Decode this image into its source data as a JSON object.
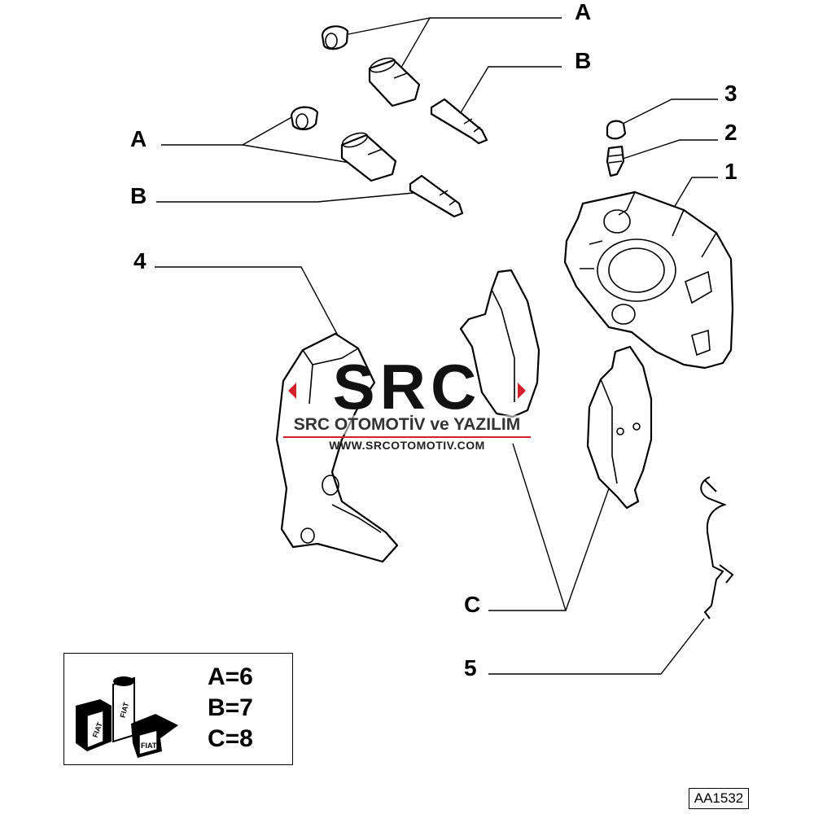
{
  "callouts": {
    "a_top": "A",
    "b_top": "B",
    "a_mid": "A",
    "b_mid": "B",
    "n3": "3",
    "n2": "2",
    "n1": "1",
    "n4": "4",
    "c": "C",
    "n5": "5"
  },
  "legend": {
    "lines": [
      "A=6",
      "B=7",
      "C=8"
    ],
    "logo_text": "FIAT"
  },
  "watermark": {
    "logo": "SRC",
    "name": "SRC OTOMOTİV ve YAZILIM",
    "url": "WWW.SRCOTOMOTIV.COM",
    "accent_color": "#d4202a"
  },
  "reference_code": "AA1532"
}
